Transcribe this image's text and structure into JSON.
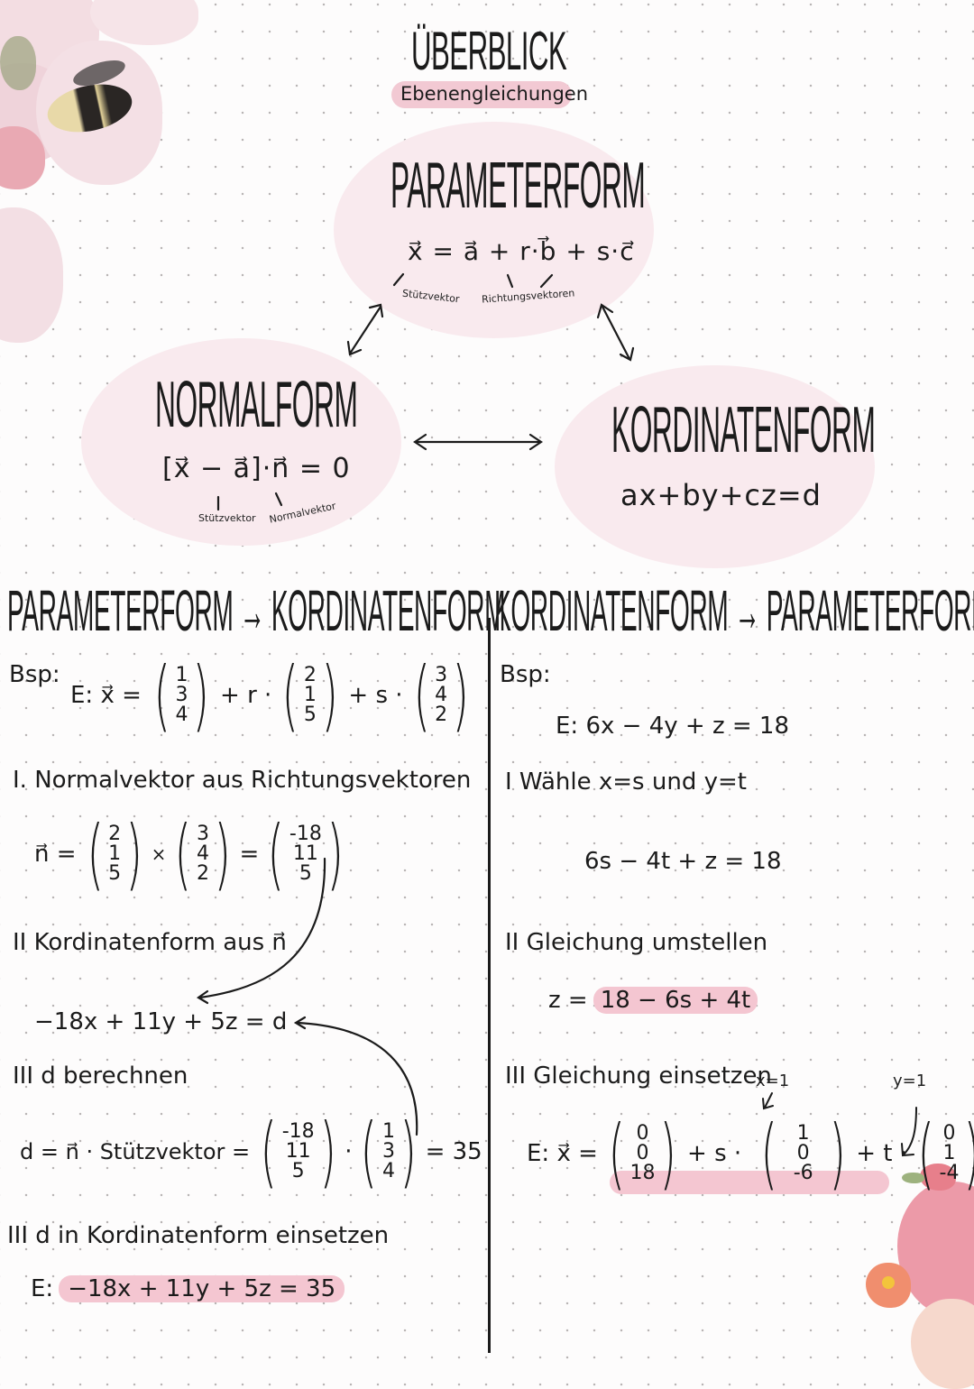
{
  "header": {
    "title": "ÜBERBLICK",
    "subtitle": "Ebenengleichungen"
  },
  "overview": {
    "parameterform": {
      "label": "PARAMETERFORM",
      "formula": "x⃗ = a⃗ + r·b⃗ + s·c⃗",
      "note_support": "Stützvektor",
      "note_direction": "Richtungsvektoren"
    },
    "normalform": {
      "label": "NORMALFORM",
      "formula": "[x⃗ − a⃗]·n⃗ = 0",
      "note_support": "Stützvektor",
      "note_normal": "Normalvektor"
    },
    "koordinatenform": {
      "label": "KORDINATENFORM",
      "formula": "ax+by+cz=d"
    }
  },
  "left": {
    "title": "PARAMETERFORM → KORDINATENFORM",
    "example_label": "Bsp:",
    "example": {
      "prefix": "E: x⃗ =",
      "support": [
        "1",
        "3",
        "4"
      ],
      "r_label": "+ r ·",
      "dir1": [
        "2",
        "1",
        "5"
      ],
      "s_label": "+ s ·",
      "dir2": [
        "3",
        "4",
        "2"
      ]
    },
    "step1": "I. Normalvektor aus Richtungsvektoren",
    "cross": {
      "prefix": "n⃗ =",
      "a": [
        "2",
        "1",
        "5"
      ],
      "op": "×",
      "b": [
        "3",
        "4",
        "2"
      ],
      "eq": "=",
      "result": [
        "-18",
        "11",
        "5"
      ]
    },
    "step2": "II Kordinatenform aus n⃗",
    "coord_eq": "−18x + 11y + 5z = d",
    "step3": "III d berechnen",
    "d_calc": {
      "prefix": "d = n⃗ · Stützvektor =",
      "n": [
        "-18",
        "11",
        "5"
      ],
      "dot": "·",
      "support": [
        "1",
        "3",
        "4"
      ],
      "result": "= 35"
    },
    "step4": "III d in Kordinatenform einsetzen",
    "final": {
      "prefix": "E:",
      "equation": "−18x + 11y + 5z = 35"
    }
  },
  "right": {
    "title": "KORDINATENFORM → PARAMETERFORM",
    "example_label": "Bsp:",
    "example": "E: 6x − 4y + z = 18",
    "step1": "I Wähle x=s  und y=t",
    "substituted": "6s − 4t + z = 18",
    "step2": "II Gleichung umstellen",
    "rearranged_prefix": "z =",
    "rearranged": "18 − 6s + 4t",
    "step3": "III Gleichung einsetzen",
    "x_note": "x=1",
    "y_note": "y=1",
    "result": {
      "prefix": "E: x⃗ =",
      "support": [
        "0",
        "0",
        "18"
      ],
      "s_label": "+ s ·",
      "dir1": [
        "1",
        "0",
        "-6"
      ],
      "t_label": "+ t ·",
      "dir2": [
        "0",
        "1",
        "-4"
      ]
    }
  },
  "colors": {
    "highlight": "#f4c6d1",
    "blob": "#f9eaee",
    "ink": "#1b1b1b"
  }
}
